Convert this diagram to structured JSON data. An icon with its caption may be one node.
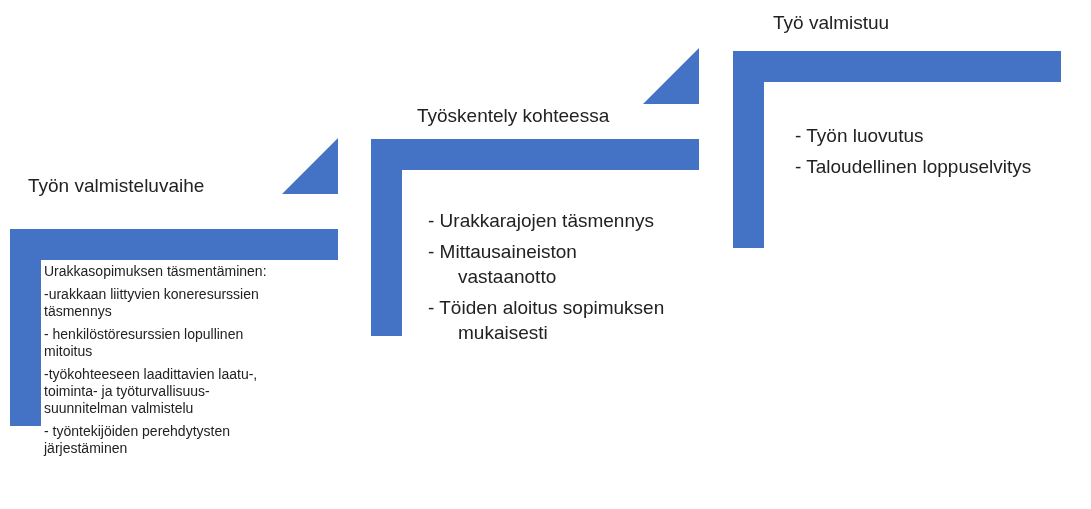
{
  "diagram": {
    "nodes": [
      {
        "text": [
          "Työn valmisteluvaihe",
          "Urakkasopimuksen täsmentäminen:",
          "-urakkaan liittyvien koneresurssien täsmennys",
          "- henkilöstöresurssien lopullinen mitoitus",
          "-työkohteeseen laadittavien laatu-, toiminta- ja työturvallisuus-suunnitelman valmistelu",
          "- työntekijöiden perehdytysten järjestäminen"
        ]
      },
      {
        "text": [
          "Työskentely kohteessa",
          "- Urakkarajojen täsmennys",
          "- Mittausaineiston vastaanotto",
          "- Töiden aloitus sopimuksen mukaisesti"
        ]
      },
      {
        "text": [
          "Työ valmistuu",
          "- Työn luovutus",
          "- Taloudellinen loppuselvitys"
        ]
      }
    ]
  }
}
